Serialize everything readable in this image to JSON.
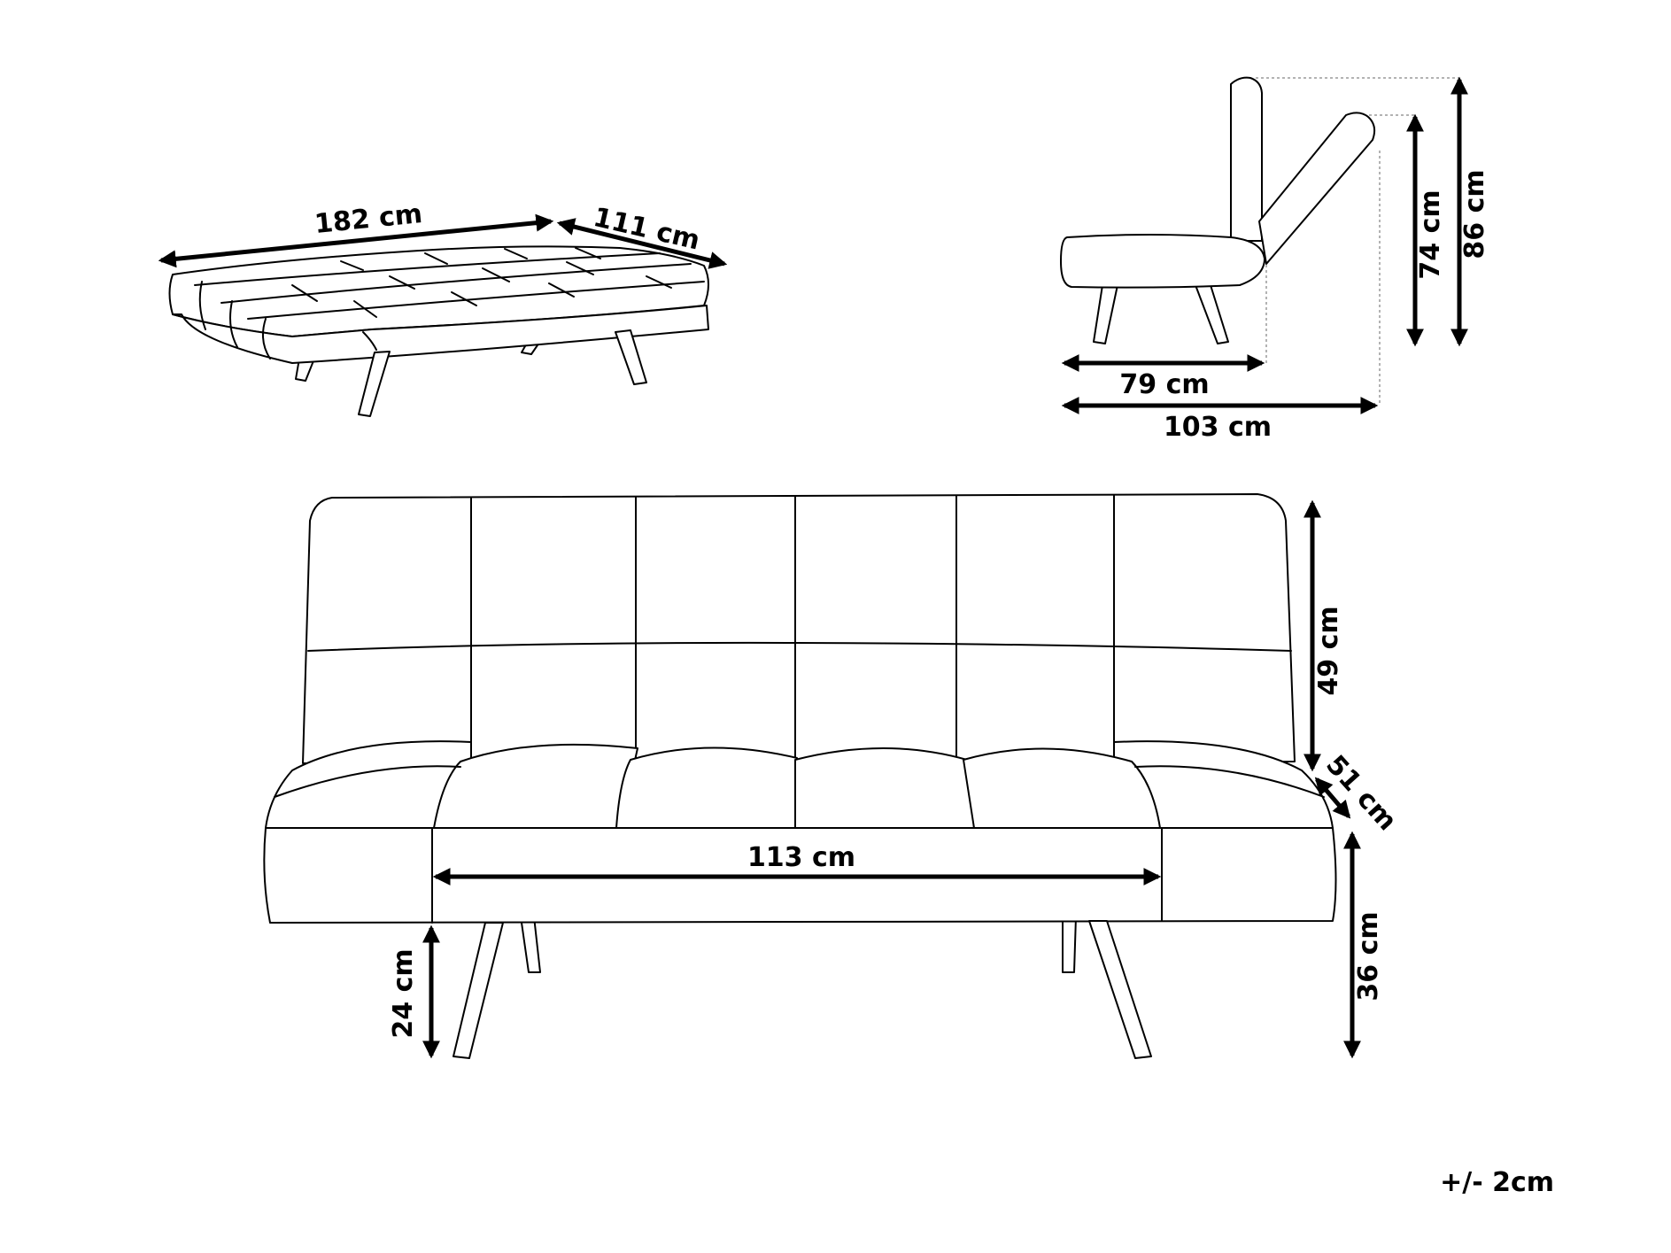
{
  "dimensions": {
    "flat_width": "182 cm",
    "flat_depth": "111 cm",
    "side_seat_depth": "79 cm",
    "side_total_depth": "103 cm",
    "side_back_height": "74 cm",
    "side_total_height": "86 cm",
    "front_back_height": "49 cm",
    "front_seat_depth": "51 cm",
    "front_seat_width": "113 cm",
    "front_leg_height": "24 cm",
    "front_seat_height": "36 cm"
  },
  "tolerance": "+/- 2cm",
  "colors": {
    "line": "#000000",
    "guide": "#9a9a9a",
    "background": "#ffffff"
  }
}
